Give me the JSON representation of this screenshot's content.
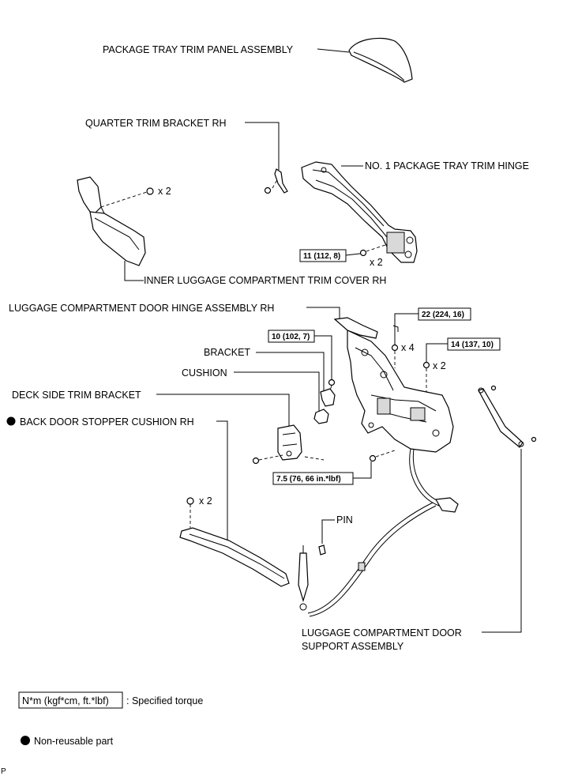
{
  "labels": {
    "package_tray_trim_panel": "PACKAGE TRAY TRIM PANEL ASSEMBLY",
    "quarter_trim_bracket": "QUARTER TRIM BRACKET RH",
    "no1_package_tray_trim_hinge": "NO. 1 PACKAGE TRAY TRIM HINGE",
    "inner_luggage_trim_cover": "INNER LUGGAGE COMPARTMENT TRIM COVER RH",
    "luggage_door_hinge": "LUGGAGE COMPARTMENT DOOR HINGE ASSEMBLY RH",
    "bracket": "BRACKET",
    "cushion": "CUSHION",
    "deck_side_trim_bracket": "DECK SIDE TRIM BRACKET",
    "back_door_stopper_cushion": "BACK DOOR STOPPER CUSHION RH",
    "pin": "PIN",
    "support_assembly_line1": "LUGGAGE COMPARTMENT DOOR",
    "support_assembly_line2": "SUPPORT ASSEMBLY"
  },
  "torques": {
    "t1": "11 (112, 8)",
    "t2": "22 (224, 16)",
    "t3": "10 (102, 7)",
    "t4": "14 (137, 10)",
    "t5": "7.5 (76, 66 in.*lbf)"
  },
  "quantities": {
    "q_cover_clip": "x 2",
    "q_hinge_bolt": "x 2",
    "q_nut": "x 4",
    "q_bolt_14": "x 2",
    "q_stopper_clip": "x 2"
  },
  "legend": {
    "torque_box": "N*m (kgf*cm, ft.*lbf)",
    "torque_text": ": Specified torque",
    "nonreusable_text": "Non-reusable part"
  },
  "corner_code": "P"
}
